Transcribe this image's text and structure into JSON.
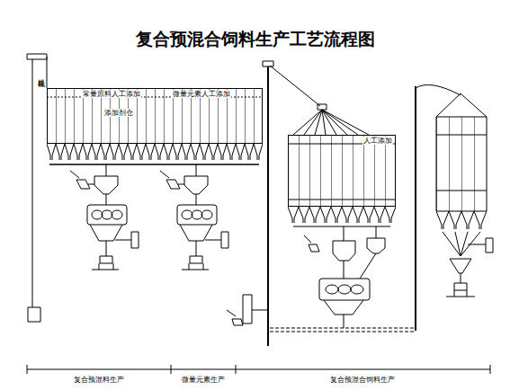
{
  "diagram": {
    "title": "复合预混合饲料生产工艺流程图",
    "nodes": [
      {
        "text": [
          "常量原料人工添加",
          "微量元素人工添加",
          "添加剂仓"
        ]
      },
      {
        "text": [
          "人工添加"
        ]
      }
    ],
    "labels": [
      "斗提机",
      "复合预混料生产",
      "微量元素生产",
      "复合预混合饲料生产"
    ]
  }
}
